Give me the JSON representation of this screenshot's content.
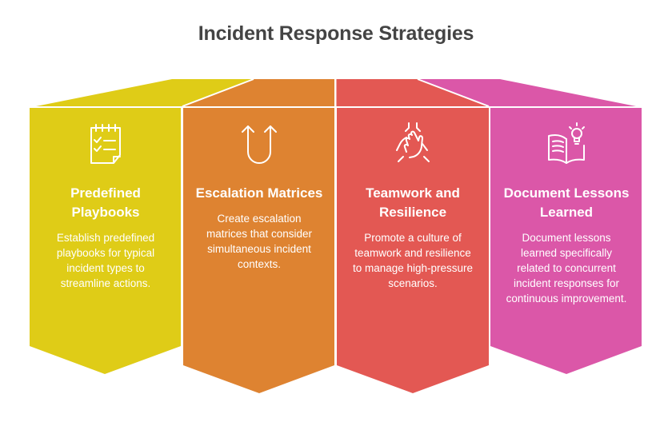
{
  "title": "Incident Response Strategies",
  "colors": {
    "yellow": "#DFCC17",
    "orange": "#DE8331",
    "red": "#E35853",
    "pink": "#DB57A8",
    "title": "#444444",
    "text": "#FFFFFF"
  },
  "columns": [
    {
      "icon": "checklist-notepad-icon",
      "title": "Predefined Playbooks",
      "description": "Establish predefined playbooks for typical incident types to streamline actions."
    },
    {
      "icon": "u-turn-arrows-icon",
      "title": "Escalation Matrices",
      "description": "Create escalation matrices that consider simultaneous incident contexts."
    },
    {
      "icon": "stacked-hands-icon",
      "title": "Teamwork and Resilience",
      "description": "Promote a culture of teamwork and resilience to manage high-pressure scenarios."
    },
    {
      "icon": "book-lightbulb-icon",
      "title": "Document Lessons Learned",
      "description": "Document lessons learned specifically related to concurrent incident responses for continuous improvement."
    }
  ]
}
